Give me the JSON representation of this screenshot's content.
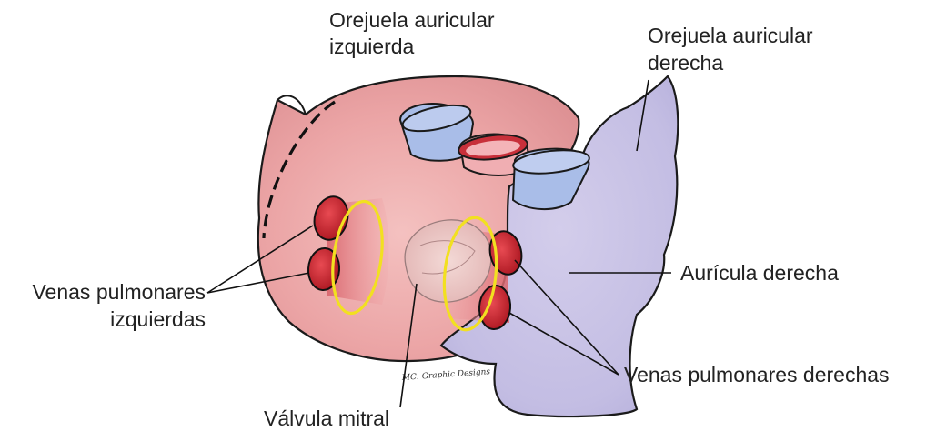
{
  "labels": {
    "left_appendage_line1": "Orejuela auricular",
    "left_appendage_line2": "izquierda",
    "right_appendage_line1": "Orejuela auricular",
    "right_appendage_line2": "derecha",
    "right_atrium": "Aurícula derecha",
    "left_veins_line1": "Venas pulmonares",
    "left_veins_line2": "izquierdas",
    "right_veins": "Venas pulmonares derechas",
    "mitral_valve": "Válvula mitral"
  },
  "signature": "MC: Graphic Designs",
  "colors": {
    "left_atrium": "#e8a0a2",
    "right_atrium": "#c7c2e4",
    "vein_red": "#c8202c",
    "ablation_ring": "#f2e020",
    "vessel_blue": "#a9bde8",
    "outline": "#1a1a1a"
  }
}
